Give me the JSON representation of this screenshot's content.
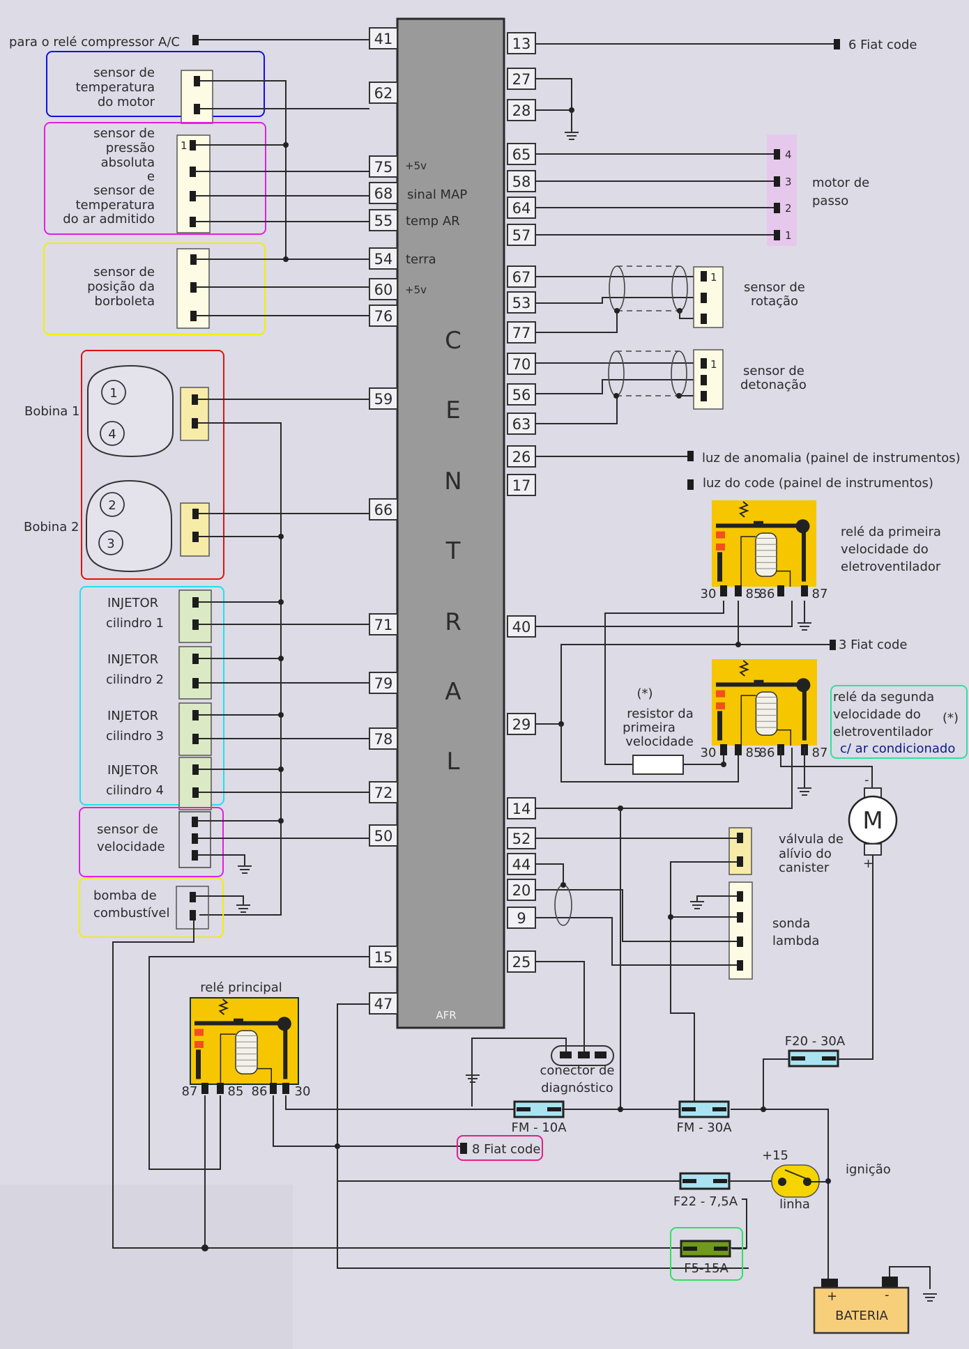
{
  "ecu": {
    "title_letters": [
      "C",
      "E",
      "N",
      "T",
      "R",
      "A",
      "L"
    ],
    "model": "AFR",
    "left_pins": [
      "41",
      "62",
      "75",
      "68",
      "55",
      "54",
      "60",
      "76",
      "59",
      "66",
      "71",
      "79",
      "78",
      "72",
      "50",
      "15",
      "47"
    ],
    "right_pins": [
      "13",
      "27",
      "28",
      "65",
      "58",
      "64",
      "57",
      "67",
      "53",
      "77",
      "70",
      "56",
      "63",
      "26",
      "17",
      "40",
      "29",
      "14",
      "52",
      "44",
      "20",
      "9",
      "25"
    ],
    "internal_labels": {
      "p75": "+5v",
      "p68": "sinal MAP",
      "p55": "temp AR",
      "p54": "terra",
      "p60": "+5v"
    }
  },
  "left": {
    "ac_relay": "para o relé compressor A/C",
    "engine_temp": [
      "sensor de",
      "temperatura",
      "do motor"
    ],
    "map_sensor": [
      "sensor de",
      "pressão",
      "absoluta",
      "e",
      "sensor de",
      "temperatura",
      "do ar admitido"
    ],
    "map_pin1": "1",
    "throttle": [
      "sensor de",
      "posição da",
      "borboleta"
    ],
    "coil1": "Bobina 1",
    "coil2": "Bobina 2",
    "cyl": [
      "1",
      "4",
      "2",
      "3"
    ],
    "injectors": [
      [
        "INJETOR",
        "cilindro 1"
      ],
      [
        "INJETOR",
        "cilindro 2"
      ],
      [
        "INJETOR",
        "cilindro 3"
      ],
      [
        "INJETOR",
        "cilindro 4"
      ]
    ],
    "speed_sensor": [
      "sensor de",
      "velocidade"
    ],
    "fuel_pump": [
      "bomba de",
      "combustível"
    ]
  },
  "right": {
    "fiat6": "6 Fiat code",
    "stepper": [
      "motor de",
      "passo"
    ],
    "stepper_pins": [
      "4",
      "3",
      "2",
      "1"
    ],
    "rotation": [
      "sensor de",
      "rotação"
    ],
    "knock": [
      "sensor de",
      "detonação"
    ],
    "pin1": "1",
    "mil": "luz de anomalia (painel de instrumentos)",
    "code_light": "luz do code (painel de instrumentos)",
    "relay1": [
      "relé da primeira",
      "velocidade do",
      "eletroventilador"
    ],
    "relay_pins": [
      "30",
      "85",
      "86",
      "87"
    ],
    "fiat3": "3  Fiat code",
    "resistor": [
      "(*)",
      "resistor da",
      "primeira",
      "velocidade"
    ],
    "relay2": [
      "relé da segunda",
      "velocidade do",
      "eletroventilador"
    ],
    "relay2_star": "(*)",
    "relay2_note": "c/ ar condicionado",
    "motor": "M",
    "motor_minus": "-",
    "motor_plus": "+",
    "canister": [
      "válvula de",
      "alívio do",
      "canister"
    ],
    "lambda": [
      "sonda",
      "lambda"
    ]
  },
  "bottom": {
    "main_relay": "relé principal",
    "main_relay_pins": [
      "87",
      "85",
      "86",
      "30"
    ],
    "diag": [
      "conector de",
      "diagnóstico"
    ],
    "fiat8": "8 Fiat code",
    "fuses": {
      "f20": "F20 - 30A",
      "fm10": "FM - 10A",
      "fm30": "FM - 30A",
      "f22": "F22 - 7,5A",
      "f5": "F5-15A"
    },
    "ignition": "ignição",
    "plus15": "+15",
    "linha": "linha",
    "battery": "BATERIA",
    "bat_plus": "+",
    "bat_minus": "-"
  },
  "colors": {
    "background": "#dcdbe6",
    "ecu_fill": "#9a9a9a",
    "relay": "#f6c600",
    "fuse": "#a9e3f2",
    "fuse_f5": "#6f9a1a",
    "battery": "#f7cf7a",
    "stepper_bg": "#e6c8ec",
    "frame_blue": "#1010e0",
    "frame_magenta": "#e020e0",
    "frame_yellow": "#f0f000",
    "frame_red": "#e01010",
    "frame_cyan": "#20e0f0",
    "frame_green": "#30e060",
    "frame_teal": "#30e0a0",
    "frame_pink": "#e0208a"
  }
}
